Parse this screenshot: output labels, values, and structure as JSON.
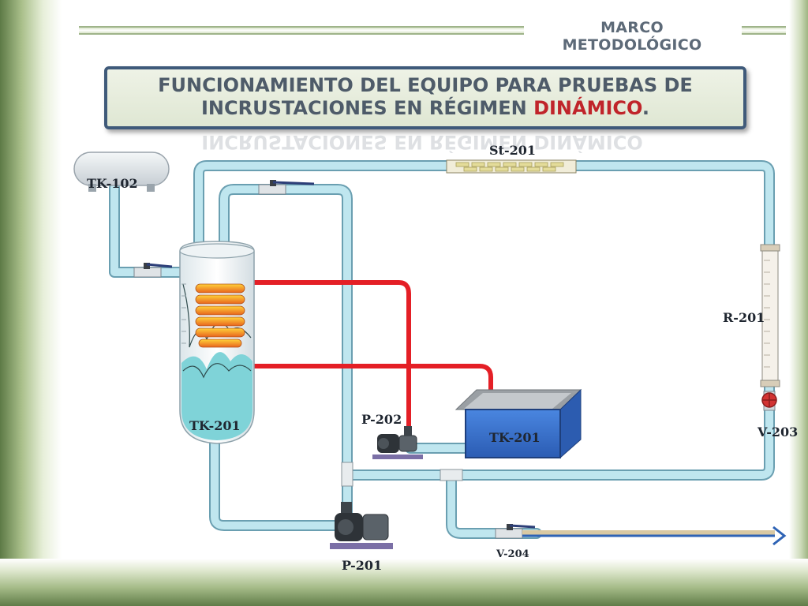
{
  "header": {
    "section_title": "MARCO METODOLÓGICO",
    "title_line1": "FUNCIONAMIENTO DEL EQUIPO PARA PRUEBAS DE",
    "title_line2_pre": "INCRUSTACIONES EN RÉGIMEN ",
    "title_line2_highlight": "DINÁMICO",
    "title_line2_post": ".",
    "highlight_color": "#c0242a"
  },
  "labels": {
    "tk102": "TK-102",
    "st201": "St-201",
    "r201": "R-201",
    "v203": "V-203",
    "tk201_vessel": "TK-201",
    "tk201_bath": "TK-201",
    "p202": "P-202",
    "p201": "P-201",
    "v204": "V-204"
  },
  "colors": {
    "pipe": "#a9dbe8",
    "pipe_outline": "#6a9fb1",
    "hot_line": "#e41f26",
    "bath": "#3a6fc9",
    "liquid": "#7fd3d8",
    "outlet_arrow": "#2e63b5",
    "frame": "#6f8c55"
  }
}
